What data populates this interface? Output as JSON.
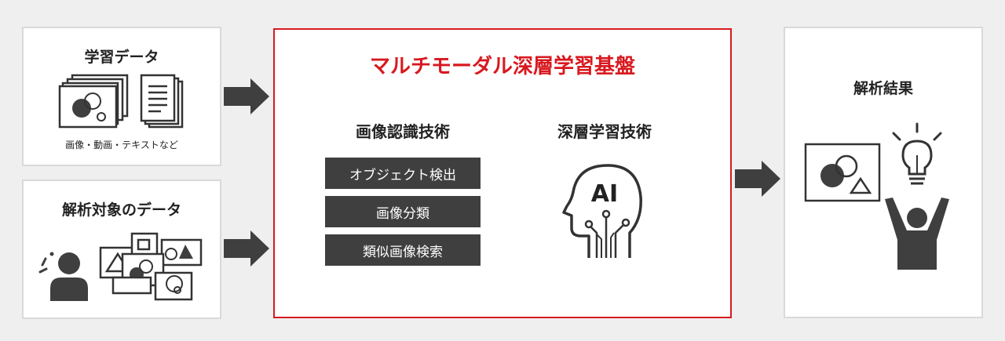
{
  "learning_data": {
    "title": "学習データ",
    "caption": "画像・動画・テキストなど"
  },
  "target_data": {
    "title": "解析対象のデータ"
  },
  "platform": {
    "title": "マルチモーダル深層学習基盤",
    "accent_color": "#d7191f",
    "image_recognition": {
      "title": "画像認識技術",
      "items": [
        "オブジェクト検出",
        "画像分類",
        "類似画像検索"
      ]
    },
    "deep_learning": {
      "title": "深層学習技術",
      "ai_label": "AI"
    }
  },
  "result": {
    "title": "解析結果"
  },
  "colors": {
    "background": "#efefef",
    "panel_border": "#d9d9d9",
    "dark_gray": "#3f3f3f",
    "icon_gray": "#555555"
  },
  "icons": {
    "learning": [
      "image-stack-icon",
      "document-stack-icon"
    ],
    "target": [
      "confused-person-icon",
      "scattered-images-icon"
    ],
    "platform": [
      "ai-head-icon"
    ],
    "result": [
      "image-result-icon",
      "lightbulb-icon",
      "cheering-person-icon"
    ]
  }
}
